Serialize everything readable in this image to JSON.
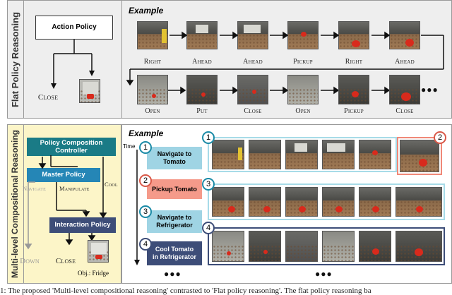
{
  "top": {
    "side_title": "Flat Policy Reasoning",
    "example_label": "Example",
    "policy_box": "Action Policy",
    "close_label": "Close",
    "row1_actions": [
      "Right",
      "Ahead",
      "Ahead",
      "Pickup",
      "Right",
      "Ahead"
    ],
    "row2_actions": [
      "Open",
      "Put",
      "Close",
      "Open",
      "Pickup",
      "Close"
    ],
    "more": "●●●"
  },
  "bottom": {
    "side_title": "Multi-level Compositional Reasoning",
    "example_label": "Example",
    "time_label": "Time",
    "controller_box": "Policy Composition Controller",
    "master_box": "Master Policy",
    "interaction_box": "Interaction Policy",
    "navigate_label": "Navigate",
    "manipulate_label": "Manipulate",
    "cool_label": "Cool",
    "down_label": "Down",
    "close_label": "Close",
    "obj_label": "Obj.: Fridge",
    "subgoals": [
      {
        "num": "1",
        "label": "Navigate to Tomato",
        "color": "#9fd4e4"
      },
      {
        "num": "2",
        "label": "Pickup Tomato",
        "color": "#f59a8a"
      },
      {
        "num": "3",
        "label": "Navigate to Refrigerator",
        "color": "#9fd4e4"
      },
      {
        "num": "4",
        "label": "Cool Tomato in Refrigerator",
        "color": "#3d4d78"
      }
    ],
    "more_left": "●●●",
    "more_right": "●●●"
  },
  "caption": "1: The proposed 'Multi-level compositional reasoning' contrasted to 'Flat policy reasoning'. The flat policy reasoning ba",
  "colors": {
    "controller": "#1a7b86",
    "master": "#2586b6",
    "interaction": "#3d4d78",
    "yellow_bg": "#fcf5c8",
    "gray_bg": "#eaeaea",
    "cyan_frame": "#a7dbe8",
    "red_frame": "#f08878",
    "navy_frame": "#3d4d78"
  }
}
